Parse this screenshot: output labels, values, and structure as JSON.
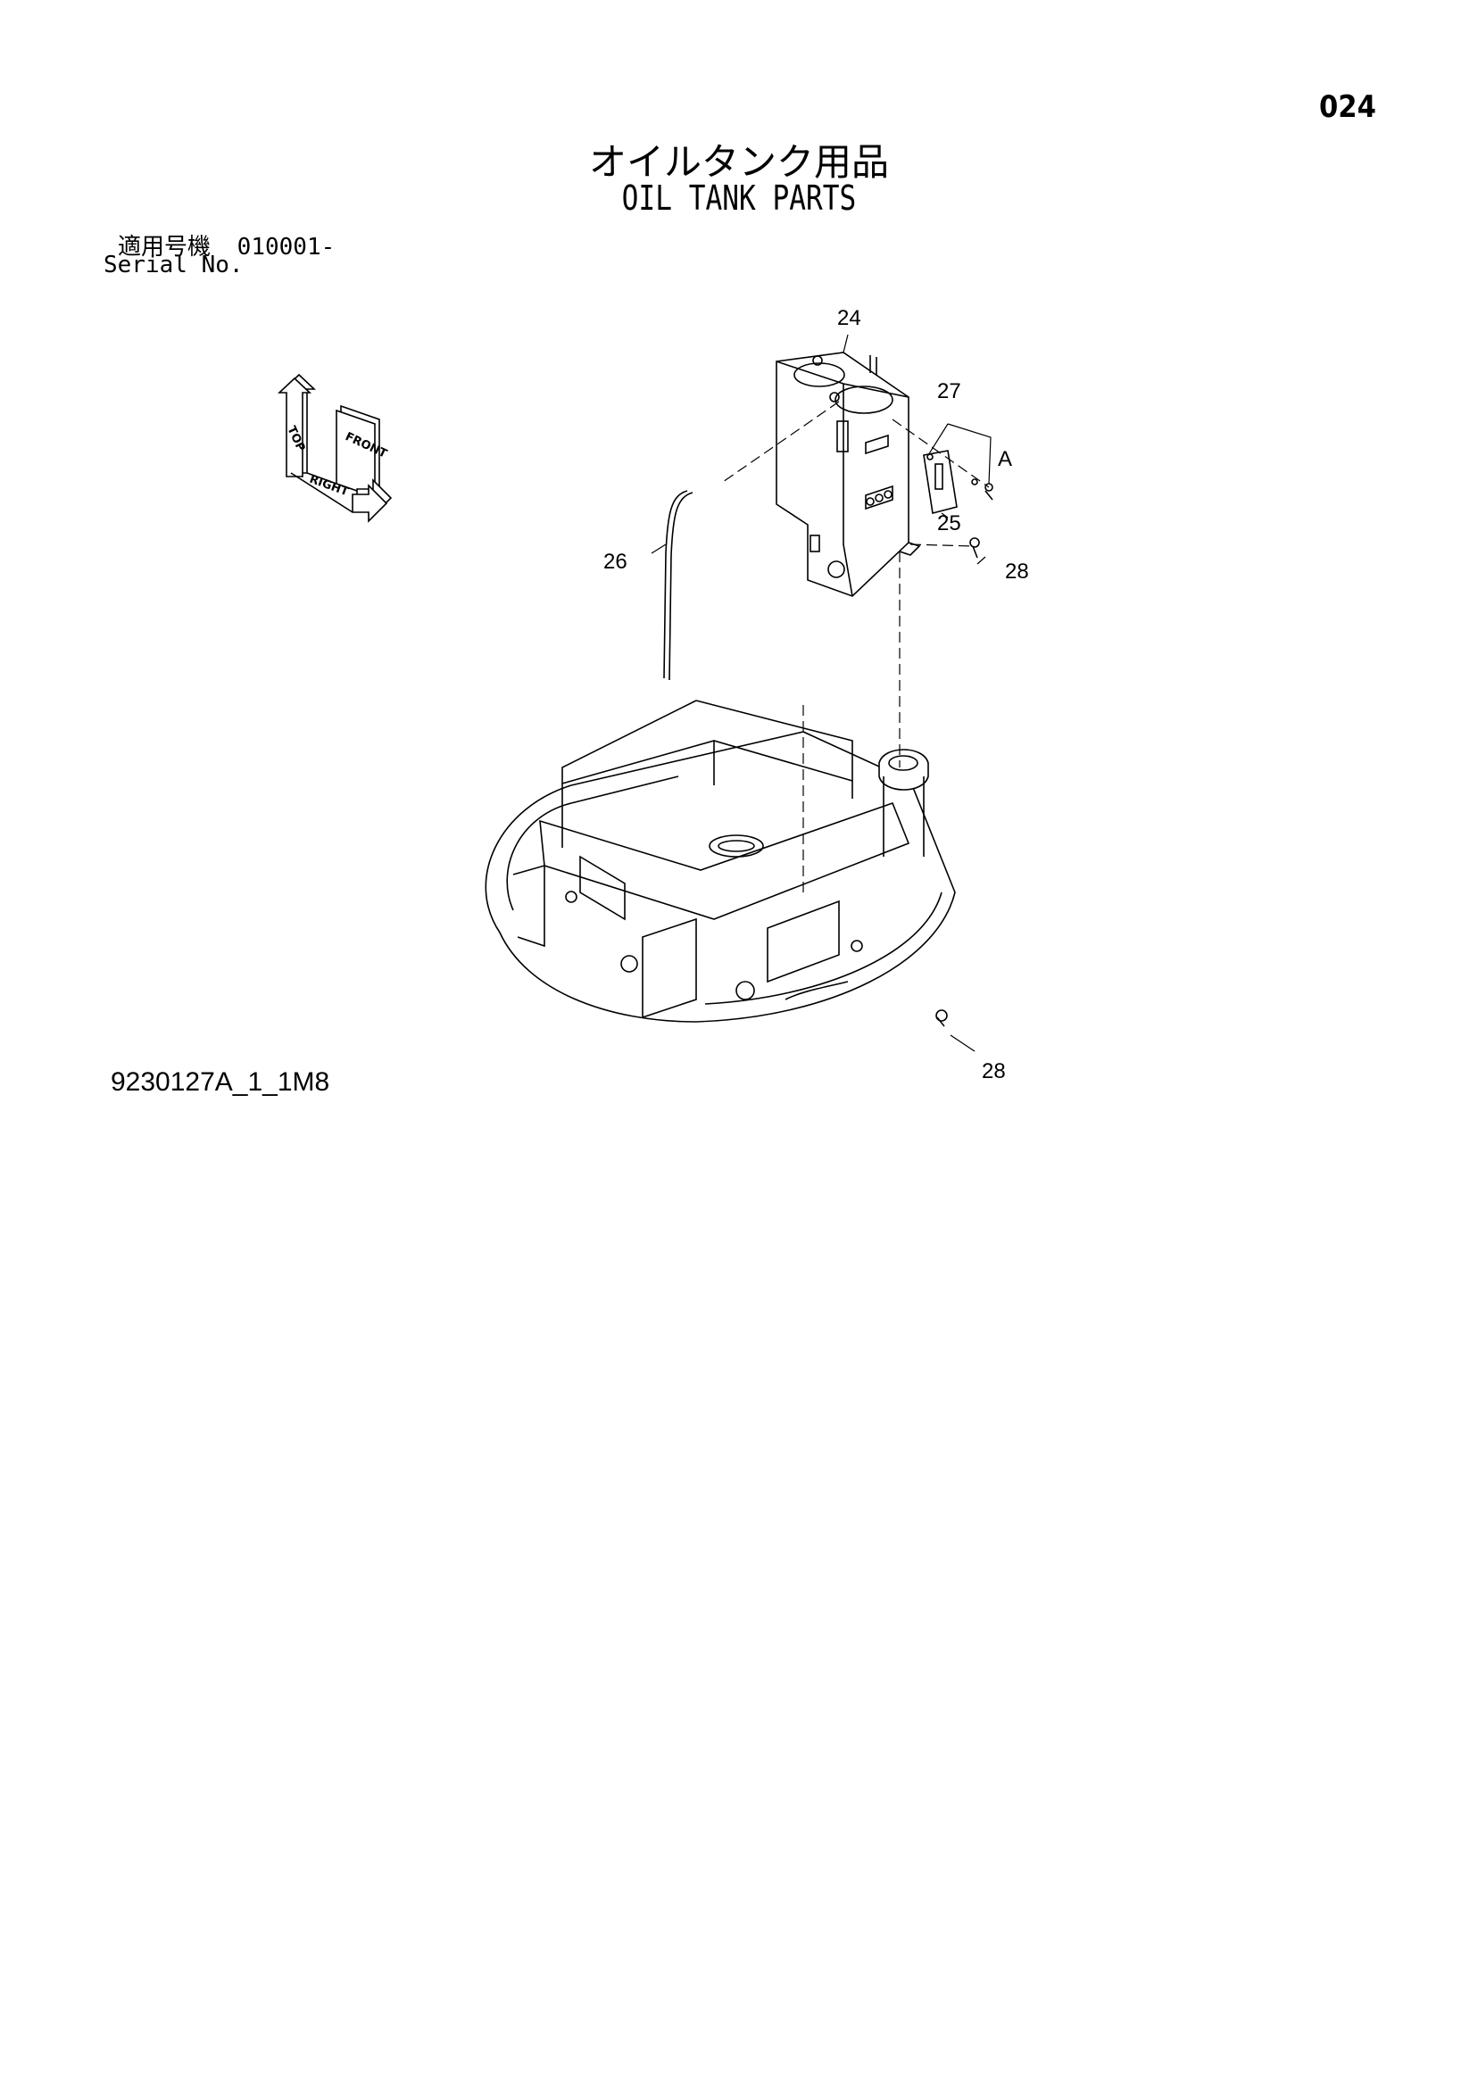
{
  "page": {
    "number": "024"
  },
  "title": {
    "ja": "オイルタンク用品",
    "en": "OIL TANK PARTS"
  },
  "serial": {
    "label_ja": "適用号機",
    "value": "010001-",
    "label_en": "Serial No."
  },
  "drawing_id": "9230127A_1_1M8",
  "orientation_indicator": {
    "top": "TOP",
    "front": "FRONT",
    "right": "RIGHT"
  },
  "callouts": {
    "c24": "24",
    "c25": "25",
    "c26": "26",
    "c27": "27",
    "c28a": "28",
    "c28b": "28",
    "detail_a": "A"
  }
}
